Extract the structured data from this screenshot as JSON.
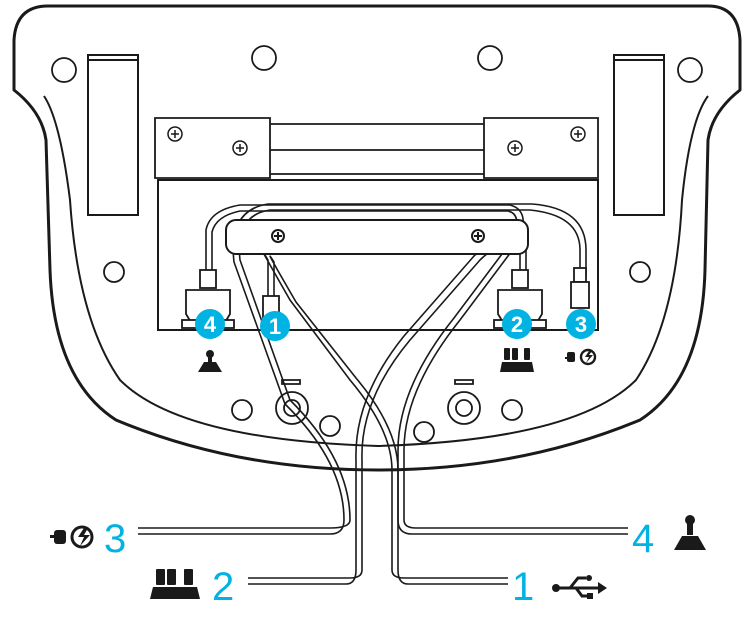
{
  "colors": {
    "accent": "#00b3e3",
    "line": "#1a1a1a",
    "background": "#ffffff"
  },
  "ports": [
    {
      "id": "port-4",
      "number": "4",
      "icon": "joystick-icon"
    },
    {
      "id": "port-1",
      "number": "1",
      "icon": "usb-icon"
    },
    {
      "id": "port-2",
      "number": "2",
      "icon": "pedals-icon"
    },
    {
      "id": "port-3",
      "number": "3",
      "icon": "power-icon"
    }
  ],
  "cables": [
    {
      "number": "3",
      "icon": "power-icon"
    },
    {
      "number": "2",
      "icon": "pedals-icon"
    },
    {
      "number": "1",
      "icon": "usb-icon"
    },
    {
      "number": "4",
      "icon": "joystick-icon"
    }
  ]
}
